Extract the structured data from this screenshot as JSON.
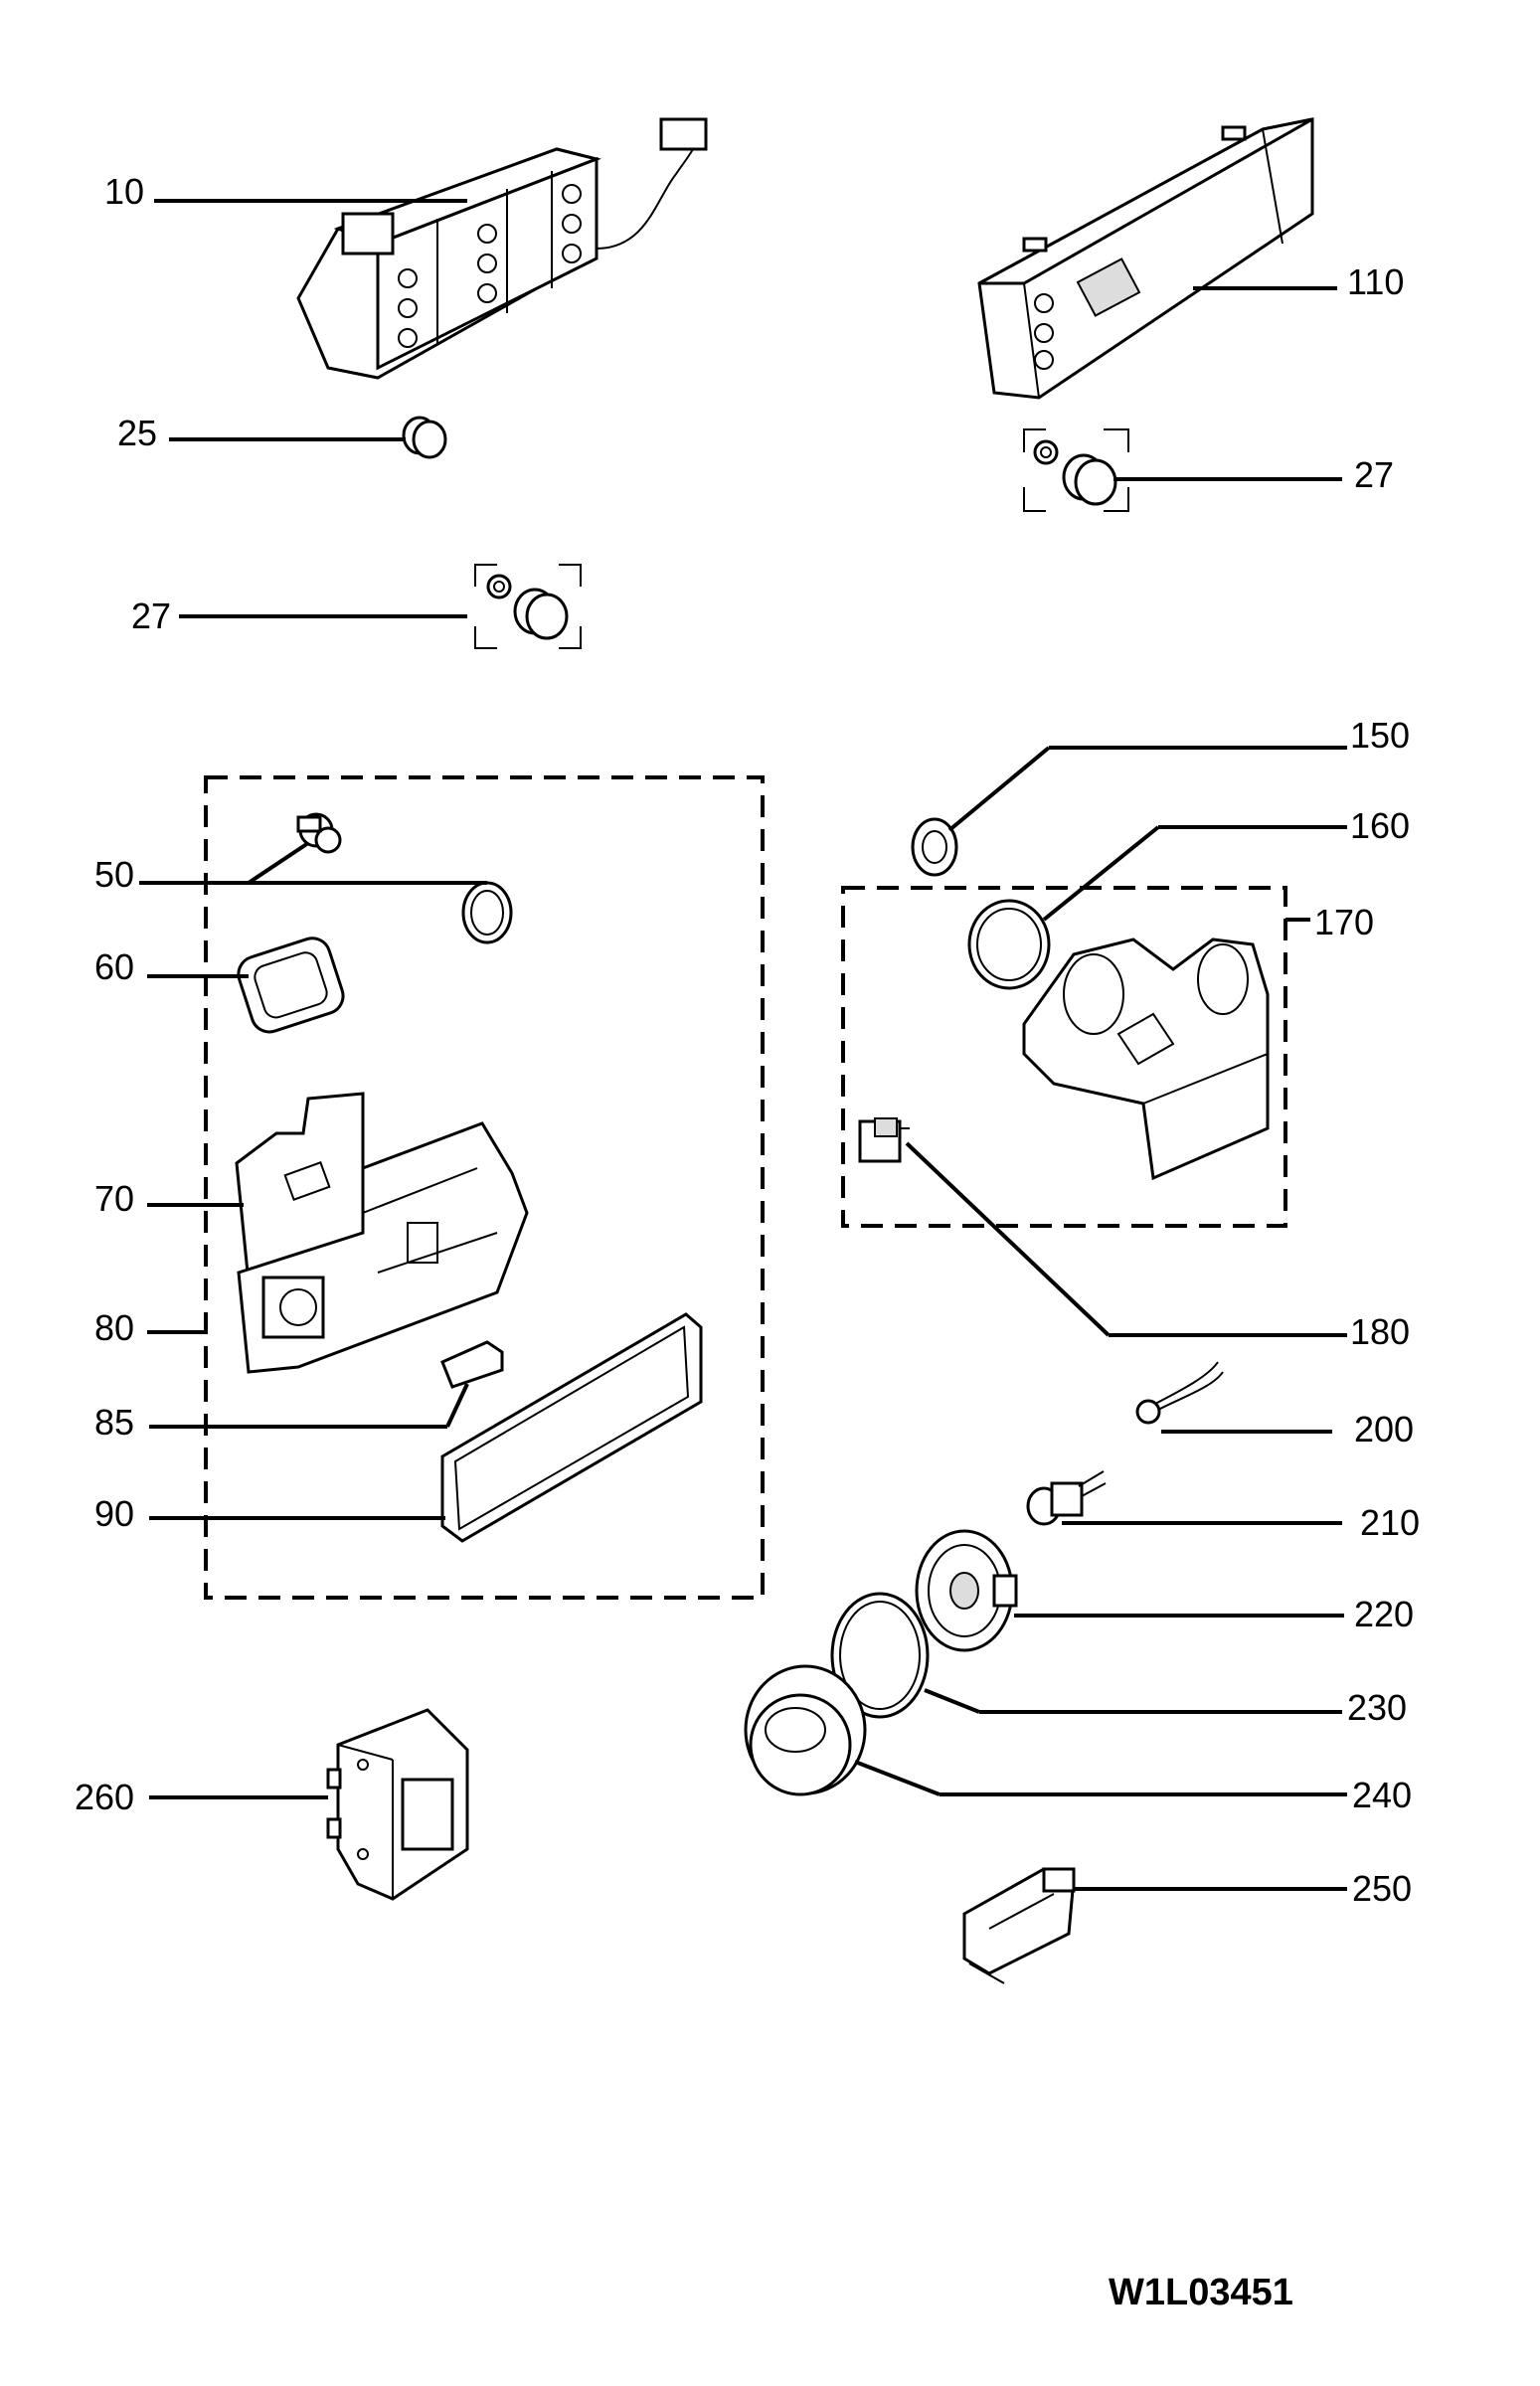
{
  "drawing_code": "W1L03451",
  "callouts": {
    "c10": "10",
    "c25": "25",
    "c27a": "27",
    "c27b": "27",
    "c50": "50",
    "c60": "60",
    "c70": "70",
    "c80": "80",
    "c85": "85",
    "c90": "90",
    "c110": "110",
    "c150": "150",
    "c160": "160",
    "c170": "170",
    "c180": "180",
    "c200": "200",
    "c210": "210",
    "c220": "220",
    "c230": "230",
    "c240": "240",
    "c250": "250",
    "c260": "260"
  }
}
